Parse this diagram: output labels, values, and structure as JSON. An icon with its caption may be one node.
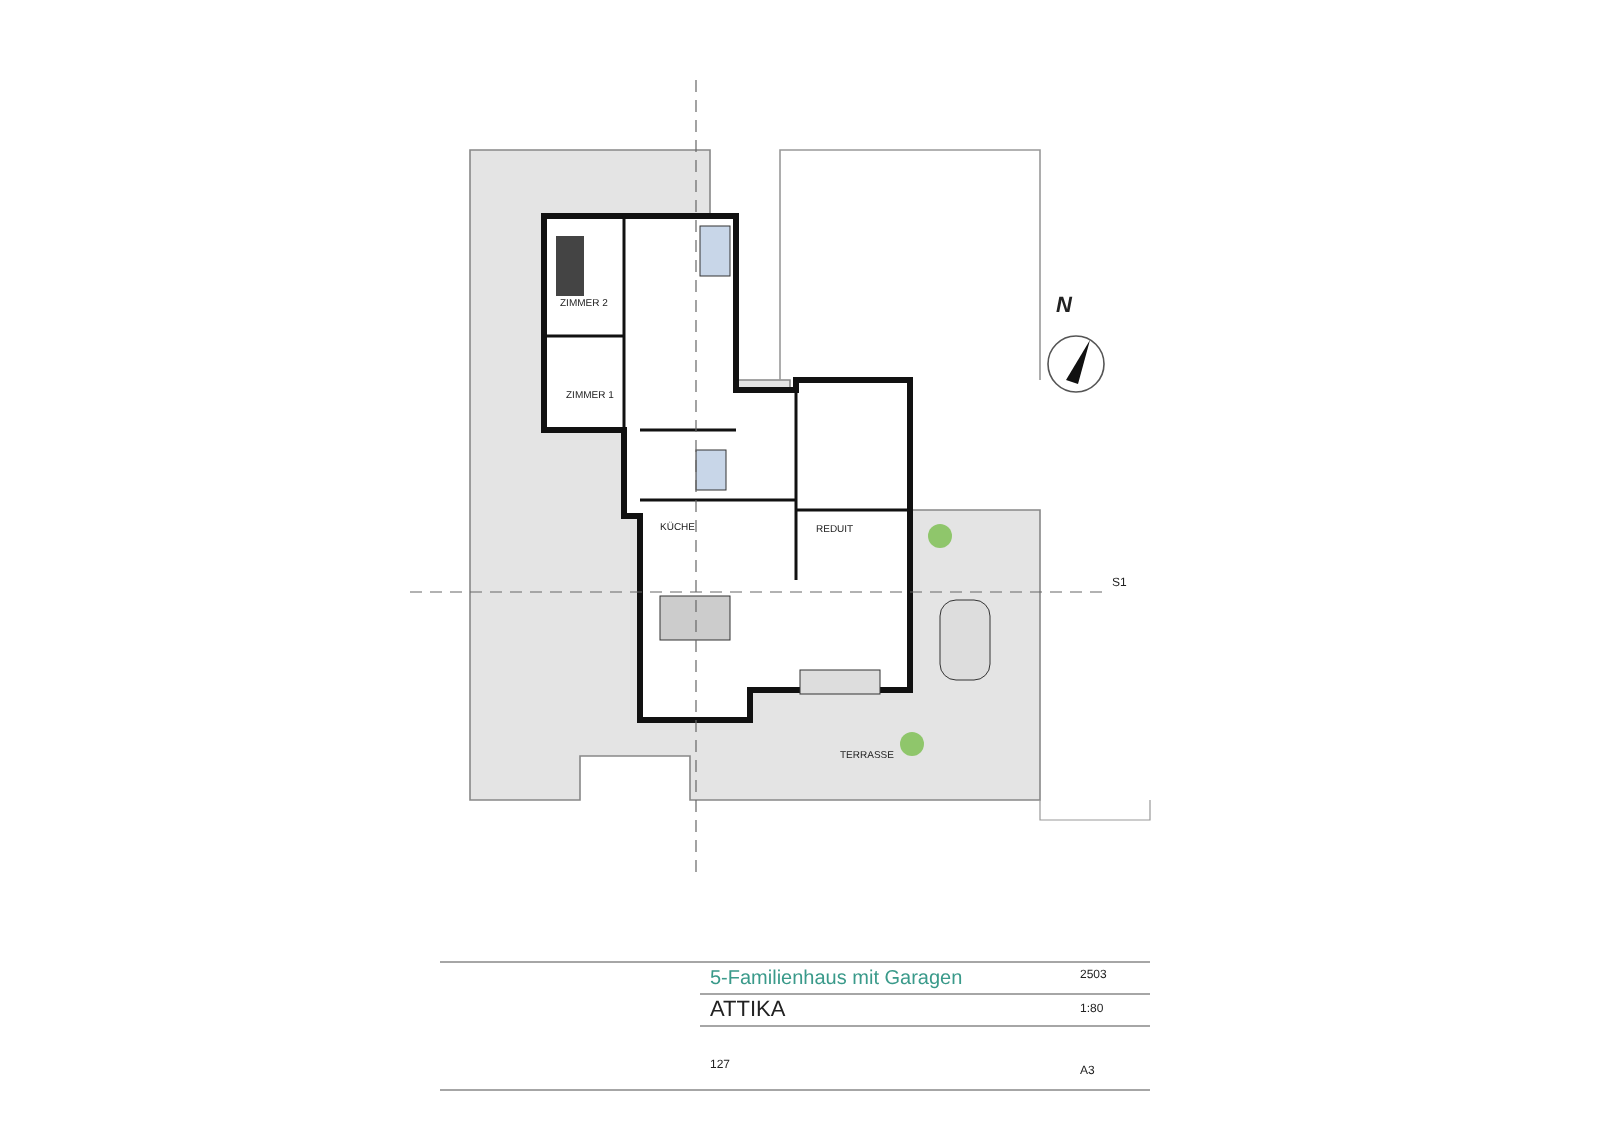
{
  "diagram": {
    "title": "5-Familienhaus mit Garagen",
    "labels": [
      "N",
      "ZIMMER 2",
      "ZIMMER 1",
      "KÜCHE",
      "REDUIT",
      "TERRASSE",
      "S1",
      "ATTIKA",
      "127",
      "2503",
      "1:80",
      "A3"
    ]
  }
}
